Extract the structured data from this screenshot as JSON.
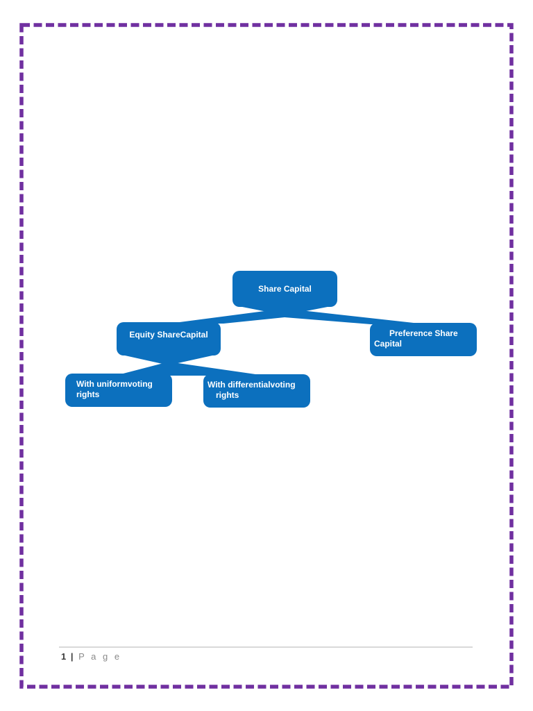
{
  "document": {
    "page_background": "#FFFFFF",
    "border": {
      "color": "#7030A0",
      "style": "dashed"
    },
    "footer": {
      "page_number": "1",
      "separator": "|",
      "page_word": "P a g e"
    }
  },
  "diagram": {
    "type": "hierarchy",
    "node_fill": "#0C70BE",
    "node_text_color": "#FFFFFF",
    "nodes": {
      "root": {
        "label": "Share Capital"
      },
      "equity": {
        "label": "Equity ShareCapital"
      },
      "preference": {
        "label": "Preference Share\nCapital"
      },
      "uniform": {
        "label": "With uniformvoting\nrights"
      },
      "differential": {
        "label": "With differentialvoting\nrights"
      }
    },
    "edges": [
      {
        "from": "root",
        "to": "equity"
      },
      {
        "from": "root",
        "to": "preference"
      },
      {
        "from": "equity",
        "to": "uniform"
      },
      {
        "from": "equity",
        "to": "differential"
      }
    ]
  }
}
